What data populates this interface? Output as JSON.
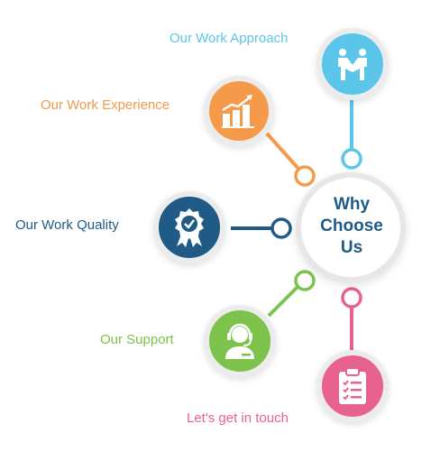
{
  "hub": {
    "lines": [
      "Why",
      "Choose",
      "Us"
    ]
  },
  "items": [
    {
      "key": "approach",
      "label": "Our Work Approach",
      "color": "#5cc6ea",
      "icon": "handshake-icon"
    },
    {
      "key": "experience",
      "label": "Our Work Experience",
      "color": "#f49a4a",
      "icon": "growth-chart-icon"
    },
    {
      "key": "quality",
      "label": "Our Work Quality",
      "color": "#1f5b86",
      "icon": "quality-badge-icon"
    },
    {
      "key": "support",
      "label": "Our Support",
      "color": "#7dc24b",
      "icon": "headset-agent-icon"
    },
    {
      "key": "touch",
      "label": "Let's get in touch",
      "color": "#e8628e",
      "icon": "clipboard-checklist-icon"
    }
  ]
}
